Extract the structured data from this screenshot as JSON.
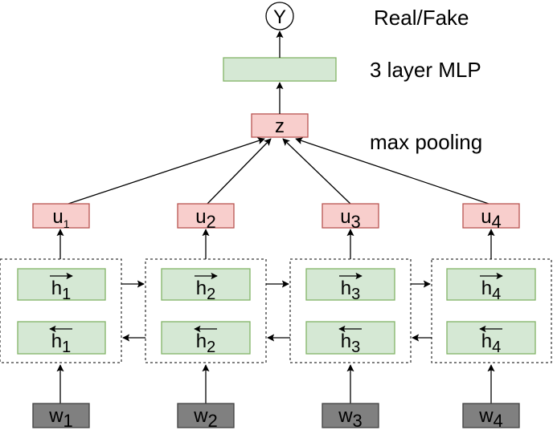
{
  "output": {
    "symbol": "Y",
    "label": "Real/Fake"
  },
  "mlp": {
    "label": "3 layer MLP"
  },
  "pooling": {
    "node": "z",
    "label": "max pooling"
  },
  "columns": [
    {
      "u": "u",
      "h_fwd": "h",
      "h_bwd": "h",
      "w": "w",
      "index": "1"
    },
    {
      "u": "u",
      "h_fwd": "h",
      "h_bwd": "h",
      "w": "w",
      "index": "2"
    },
    {
      "u": "u",
      "h_fwd": "h",
      "h_bwd": "h",
      "w": "w",
      "index": "3"
    },
    {
      "u": "u",
      "h_fwd": "h",
      "h_bwd": "h",
      "w": "w",
      "index": "4"
    }
  ],
  "colors": {
    "red_fill": "#f8cecc",
    "red_stroke": "#b85450",
    "green_fill": "#d5e8d4",
    "green_stroke": "#82b366",
    "gray_fill": "#808080",
    "gray_stroke": "#404040"
  }
}
